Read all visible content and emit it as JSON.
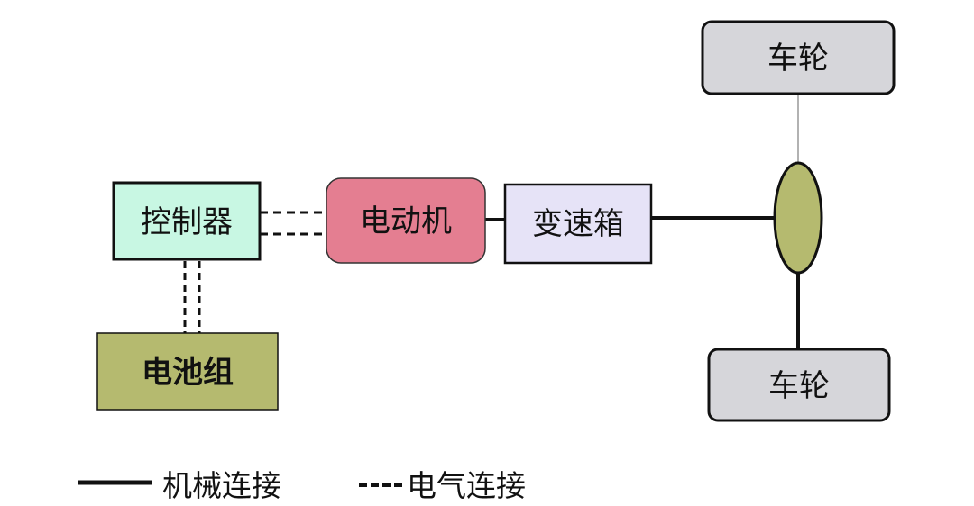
{
  "nodes": {
    "controller": {
      "label": "控制器",
      "fill": "#c8f7e3"
    },
    "battery": {
      "label": "电池组",
      "fill": "#b5ba6f"
    },
    "motor": {
      "label": "电动机",
      "fill": "#e47e91"
    },
    "gearbox": {
      "label": "变速箱",
      "fill": "#e6e3f7"
    },
    "wheel_top": {
      "label": "车轮",
      "fill": "#d6d6da"
    },
    "wheel_bottom": {
      "label": "车轮",
      "fill": "#d6d6da"
    },
    "differential": {
      "fill": "#b5ba6f"
    }
  },
  "legend": {
    "mechanical_label": "机械连接",
    "electrical_label": "电气连接"
  },
  "colors": {
    "stroke": "#111111",
    "thin_line": "#999999"
  },
  "icons": {
    "differential": "ellipse"
  }
}
